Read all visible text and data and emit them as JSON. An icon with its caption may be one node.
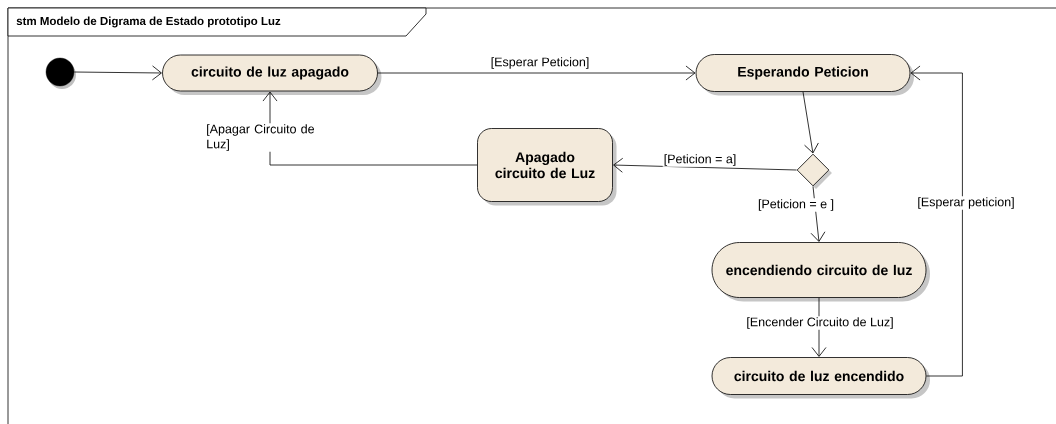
{
  "diagram": {
    "title": "stm Modelo de Digrama de Estado prototipo Luz",
    "nodes": [
      {
        "text": [],
        "shape": "circle"
      },
      {
        "text": [
          "circuito de luz apagado"
        ]
      },
      {
        "text": [
          "Esperando Peticion"
        ]
      },
      {
        "text": [],
        "shape": "diamond"
      },
      {
        "text": [
          "Apagado circuito de Luz"
        ]
      },
      {
        "text": [
          "encendiendo circuito de luz"
        ]
      },
      {
        "text": [
          "circuito de luz encendido"
        ]
      }
    ],
    "edges": [
      {
        "from": 0,
        "to": 1,
        "arrow": "to"
      },
      {
        "from": 1,
        "to": 2,
        "arrow": "to",
        "label": "[Esperar Peticion]"
      },
      {
        "from": 2,
        "to": 3,
        "arrow": "to"
      },
      {
        "from": 3,
        "to": 4,
        "arrow": "to",
        "label": "[Peticion = a]"
      },
      {
        "from": 3,
        "to": 5,
        "arrow": "to",
        "label": "[Peticion = e ]"
      },
      {
        "from": 4,
        "to": 1,
        "arrow": "to",
        "label": "[Apagar Circuito de Luz]"
      },
      {
        "from": 5,
        "to": 6,
        "arrow": "to",
        "label": "[Encender Circuito de Luz]"
      },
      {
        "from": 6,
        "to": 2,
        "arrow": "to",
        "label": "[Esperar peticion]"
      }
    ]
  }
}
